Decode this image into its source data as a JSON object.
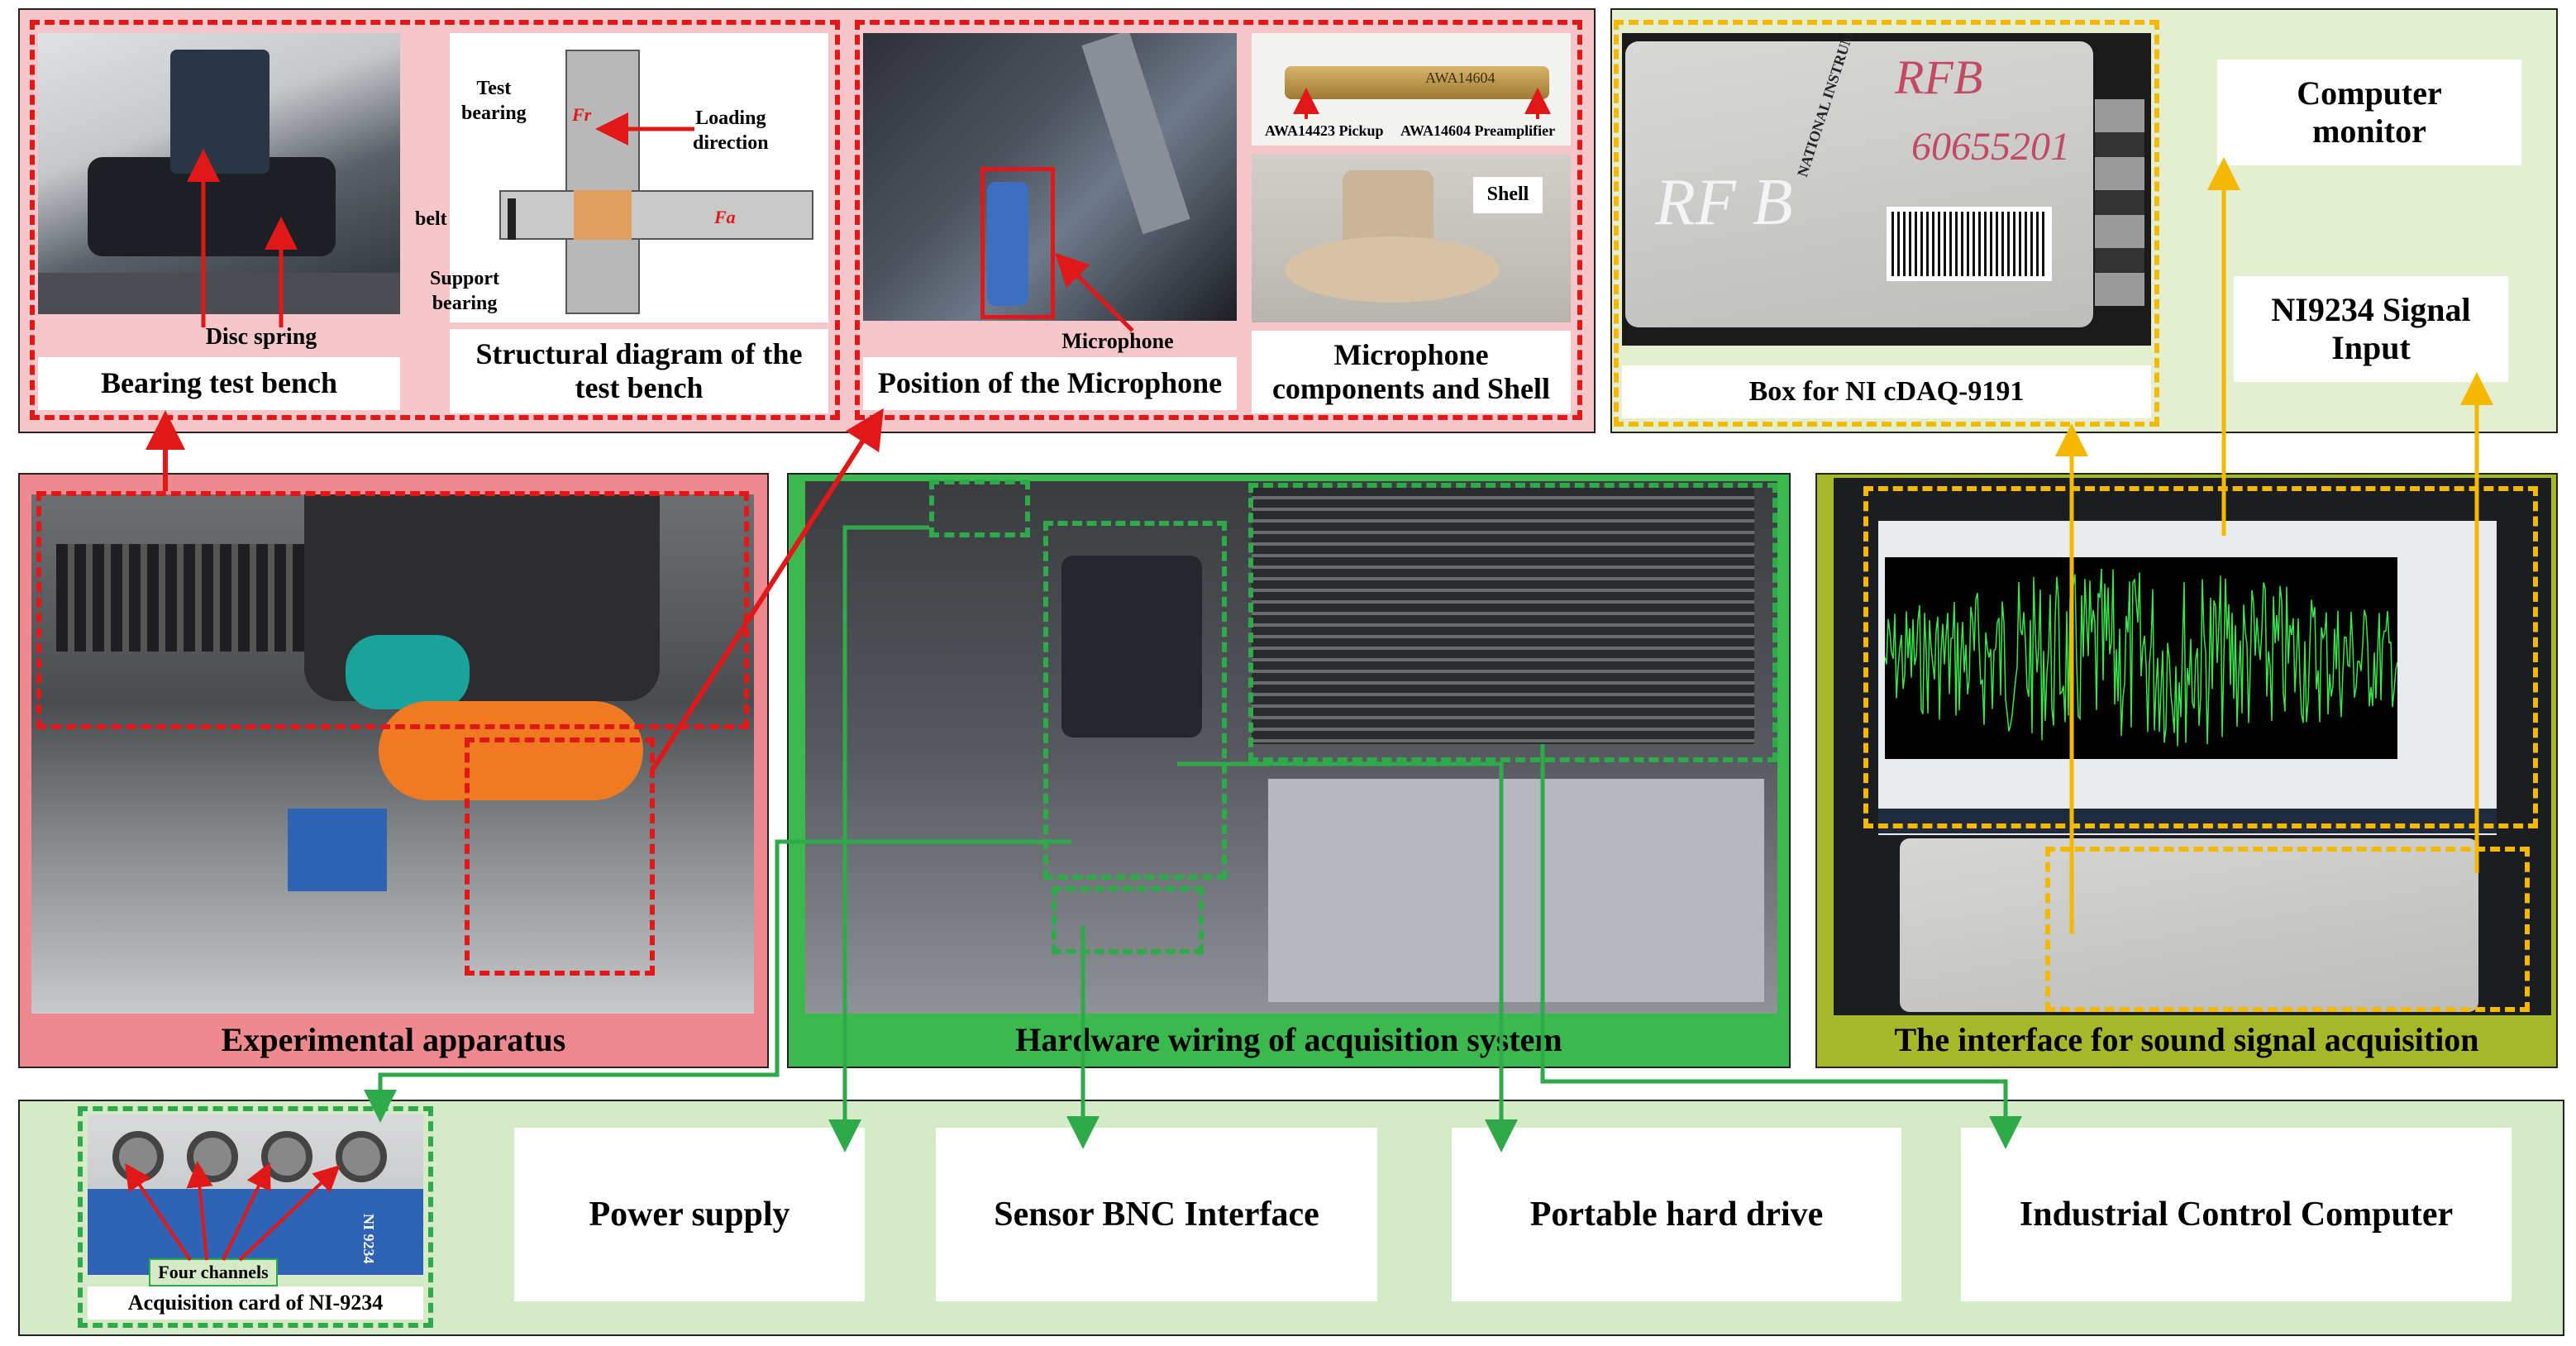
{
  "top_left": {
    "bench_label": "Bearing test bench",
    "disc_spring": "Disc spring",
    "struct_label_line1": "Structural diagram of the",
    "struct_label_line2": "test bench",
    "test_bearing_line1": "Test",
    "test_bearing_line2": "bearing",
    "loading_line1": "Loading",
    "loading_line2": "direction",
    "belt": "belt",
    "support_line1": "Support",
    "support_line2": "bearing",
    "force_r": "Fr",
    "force_a": "Fa",
    "mic_position_label": "Position of the Microphone",
    "microphone": "Microphone",
    "mic_components_line1": "Microphone",
    "mic_components_line2": "components and Shell",
    "pickup": "AWA14423 Pickup",
    "preamp": "AWA14604 Preamplifier",
    "shell": "Shell",
    "mic_body_text": "AWA14604"
  },
  "top_right": {
    "box_label": "Box for NI cDAQ-9191",
    "monitor_line1": "Computer",
    "monitor_line2": "monitor",
    "signal_line1": "NI9234 Signal",
    "signal_line2": "Input",
    "handwriting_1": "RFB",
    "handwriting_2": "60655201",
    "handwriting_3": "RF B",
    "ni_logo": "NATIONAL INSTRUMENTS"
  },
  "middle": {
    "experimental_caption": "Experimental apparatus",
    "hardware_caption": "Hardware wiring of acquisition system",
    "interface_caption": "The interface for sound signal acquisition"
  },
  "bottom": {
    "four_channels": "Four channels",
    "card_label": "Acquisition card of NI-9234",
    "card_text": "NI 9234",
    "power_supply": "Power supply",
    "sensor_bnc": "Sensor BNC Interface",
    "hard_drive": "Portable hard drive",
    "industrial_pc": "Industrial Control Computer"
  },
  "colors": {
    "pink_panel": "#f5c7cb",
    "red_panel": "#ee8a8f",
    "green_panel": "#3cb94e",
    "olive_panel": "#a5b82a",
    "light_green": "#d5eac6",
    "light_green2": "#e3efcf",
    "red_dash": "#e01818",
    "yellow_dash": "#f5b800",
    "green_dash": "#2eaa4a",
    "signal_green": "#36e84a"
  }
}
